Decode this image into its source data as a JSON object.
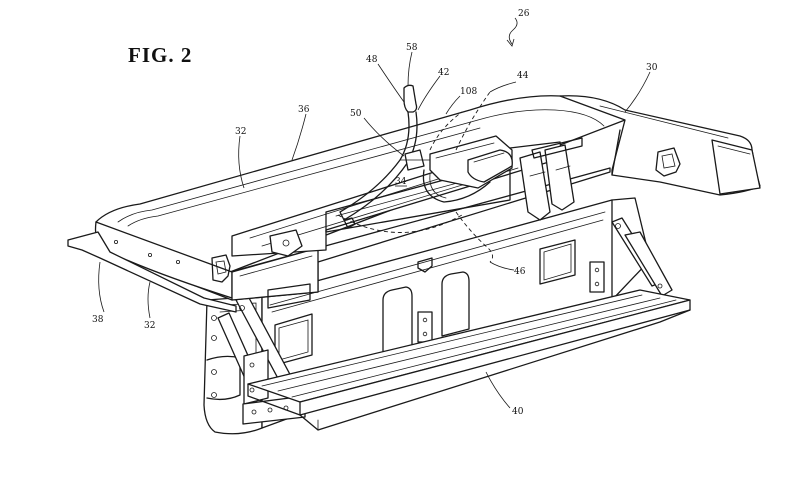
{
  "figure": {
    "title": "FIG. 2"
  },
  "reference_numerals": {
    "n26": "26",
    "n58": "58",
    "n48": "48",
    "n42": "42",
    "n44": "44",
    "n108": "108",
    "n30": "30",
    "n36": "36",
    "n50": "50",
    "n32a": "32",
    "n34": "34",
    "n46": "46",
    "n38": "38",
    "n32b": "32",
    "n40": "40"
  }
}
